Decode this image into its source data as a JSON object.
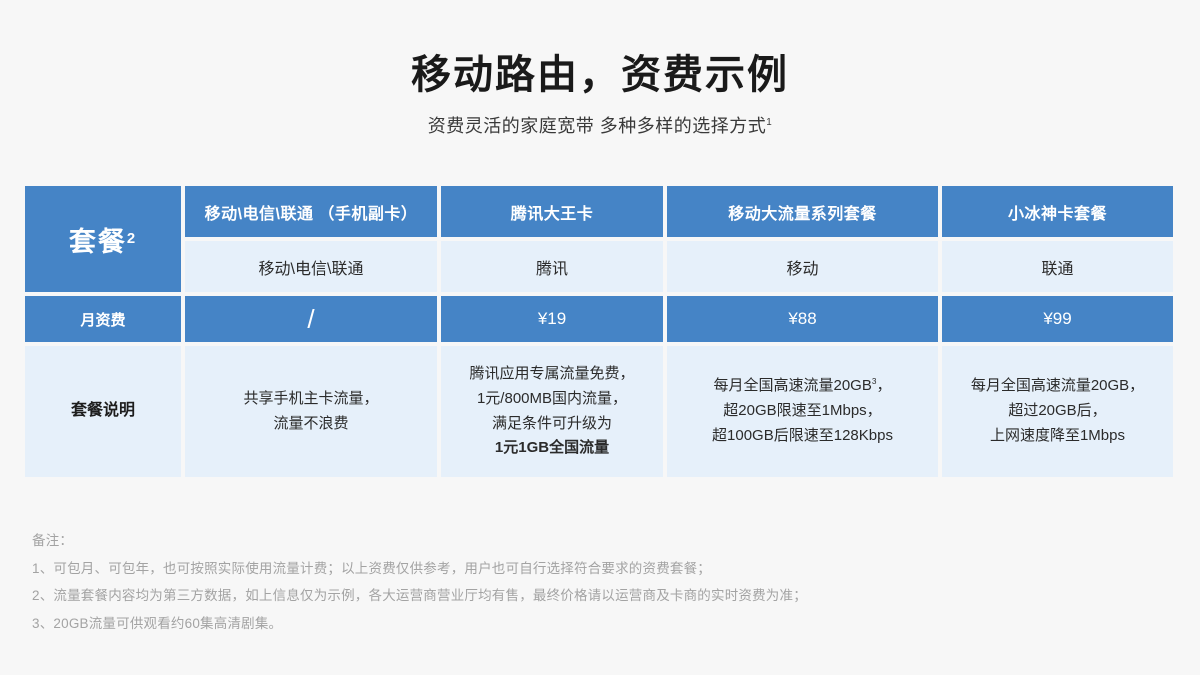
{
  "header": {
    "title": "移动路由，资费示例",
    "subtitle": "资费灵活的家庭宽带 多种多样的选择方式",
    "subtitle_sup": "1"
  },
  "colors": {
    "accent_blue": "#4584c6",
    "cell_light": "#e6f0fa",
    "page_background": "#f7f7f7",
    "note_text": "#a3a3a3"
  },
  "table": {
    "row_labels": {
      "plan": "套餐",
      "plan_sup": "2",
      "monthly_fee": "月资费",
      "description": "套餐说明"
    },
    "columns": [
      {
        "name": "移动\\电信\\联通 （手机副卡）",
        "carrier": "移动\\电信\\联通",
        "monthly_fee": "/",
        "description_lines": [
          "共享手机主卡流量，",
          "流量不浪费"
        ],
        "bold_last_line": false,
        "sup": ""
      },
      {
        "name": "腾讯大王卡",
        "carrier": "腾讯",
        "monthly_fee": "¥19",
        "description_lines": [
          "腾讯应用专属流量免费，",
          "1元/800MB国内流量，",
          "满足条件可升级为",
          "1元1GB全国流量"
        ],
        "bold_last_line": true,
        "sup": ""
      },
      {
        "name": "移动大流量系列套餐",
        "carrier": "移动",
        "monthly_fee": "¥88",
        "description_lines": [
          "每月全国高速流量20GB",
          "超20GB限速至1Mbps，",
          "超100GB后限速至128Kbps"
        ],
        "bold_last_line": false,
        "sup": "3",
        "sup_suffix": "，"
      },
      {
        "name": "小冰神卡套餐",
        "carrier": "联通",
        "monthly_fee": "¥99",
        "description_lines": [
          "每月全国高速流量20GB，",
          "超过20GB后，",
          "上网速度降至1Mbps"
        ],
        "bold_last_line": false,
        "sup": ""
      }
    ]
  },
  "notes": {
    "heading": "备注：",
    "items": [
      "1、可包月、可包年，也可按照实际使用流量计费；以上资费仅供参考，用户也可自行选择符合要求的资费套餐；",
      "2、流量套餐内容均为第三方数据，如上信息仅为示例，各大运营商营业厅均有售，最终价格请以运营商及卡商的实时资费为准；",
      "3、20GB流量可供观看约60集高清剧集。"
    ]
  }
}
